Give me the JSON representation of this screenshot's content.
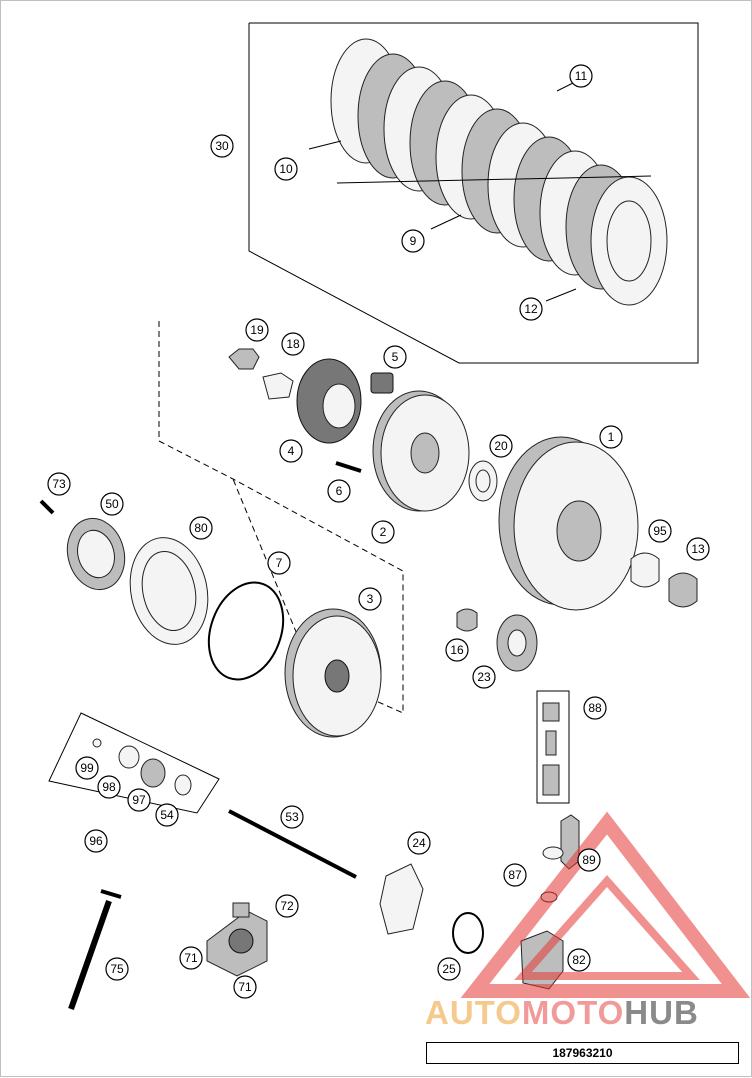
{
  "diagram": {
    "document_number": "187963210",
    "watermark": {
      "part1": "AUTO",
      "part2": "MOTO",
      "part3": "HUB"
    },
    "callouts": [
      "1",
      "2",
      "3",
      "4",
      "5",
      "6",
      "7",
      "9",
      "10",
      "11",
      "12",
      "13",
      "16",
      "18",
      "19",
      "20",
      "23",
      "24",
      "25",
      "30",
      "50",
      "53",
      "54",
      "71",
      "71",
      "72",
      "73",
      "75",
      "80",
      "82",
      "87",
      "88",
      "89",
      "95",
      "96",
      "97",
      "98",
      "99"
    ]
  }
}
